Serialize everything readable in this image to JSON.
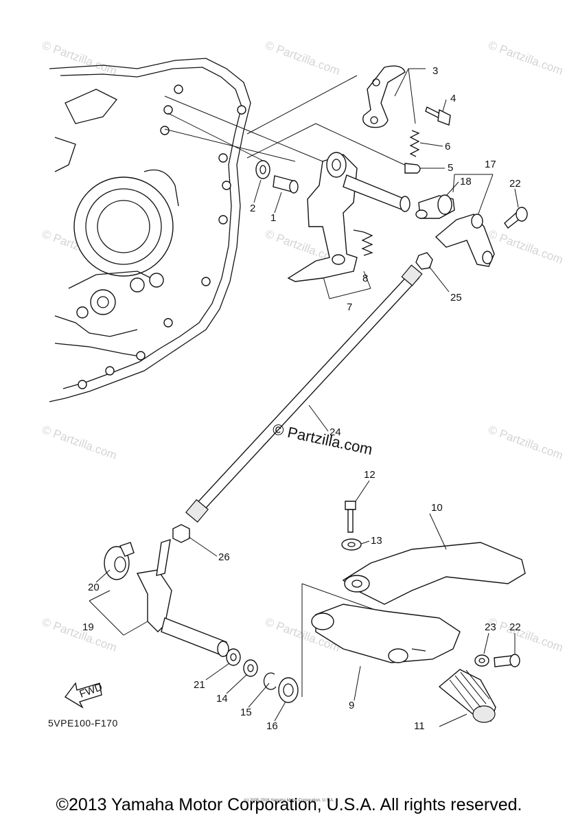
{
  "watermark": {
    "site_text": "© Partzilla.com",
    "center_text": "© Partzilla.com"
  },
  "labels": {
    "p1": "1",
    "p2": "2",
    "p3": "3",
    "p4": "4",
    "p5": "5",
    "p6": "6",
    "p7": "7",
    "p8": "8",
    "p9": "9",
    "p10": "10",
    "p11": "11",
    "p12": "12",
    "p13": "13",
    "p14": "14",
    "p15": "15",
    "p16": "16",
    "p17": "17",
    "p18": "18",
    "p19": "19",
    "p20": "20",
    "p21": "21",
    "p22a": "22",
    "p22b": "22",
    "p23": "23",
    "p24": "24",
    "p25": "25",
    "p26": "26"
  },
  "fwd_label": "FWD",
  "diagram_code": "5VPE100-F170",
  "tiny_copyright": "(c) 2005-2016 Yamaha Motor Corporation, U.S.A.",
  "footer": "©2013 Yamaha Motor Corporation, U.S.A. All rights reserved."
}
